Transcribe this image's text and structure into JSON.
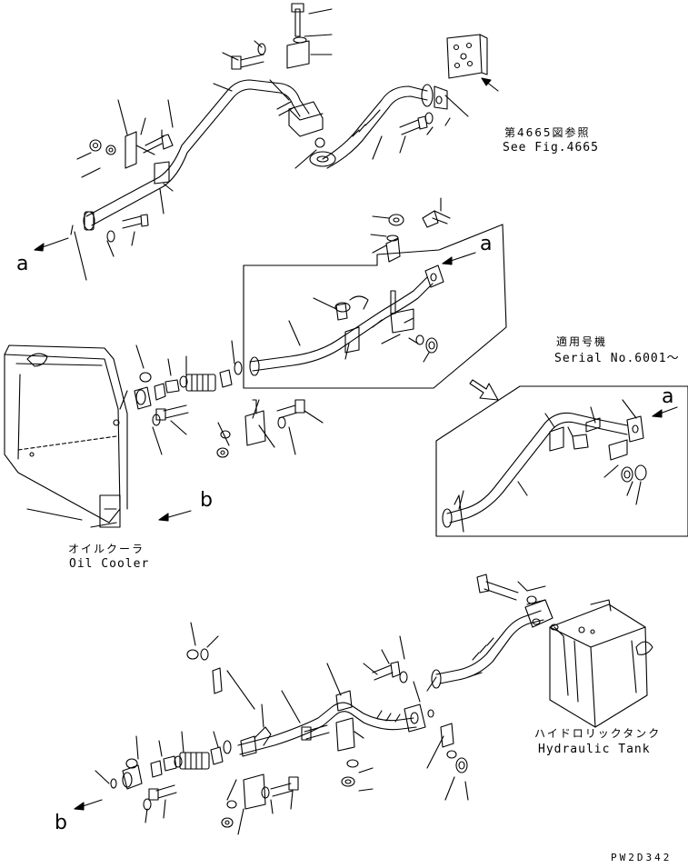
{
  "labels": {
    "see_fig_jp": "第4665図参照",
    "see_fig_en": "See Fig.4665",
    "applicable_jp": "適用号機",
    "serial": "Serial No.6001～",
    "oil_cooler_jp": "オイルクーラ",
    "oil_cooler_en": "Oil Cooler",
    "hyd_tank_jp": "ハイドロリックタンク",
    "hyd_tank_en": "Hydraulic Tank",
    "ref_a": "a",
    "ref_b": "b",
    "drawing_code": "PW2D342"
  }
}
